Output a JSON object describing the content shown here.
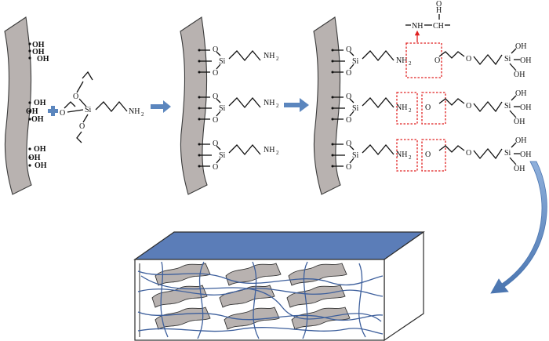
{
  "labels": {
    "hydroxyl": "OH",
    "silicon": "Si",
    "oxygen": "O",
    "amine": "NH",
    "amine_sub": "2",
    "linkage_left": "NH",
    "linkage_mid": "CH",
    "linkage_oh_o": "O",
    "linkage_oh_h": "H",
    "silanol_oh": "OH"
  },
  "colors": {
    "substrate": "#b8b2b0",
    "substrate_edge": "#3a3a3a",
    "process_arrow": "#5b86be",
    "highlight_box": "#e02020",
    "composite_top": "#5b7db8",
    "composite_fibers": "#3d5f9c",
    "curved_arrow": "#5b86be"
  },
  "icons": {
    "plus": "plus-icon",
    "arrow": "right-arrow-icon",
    "curved_arrow": "curved-down-arrow-icon"
  }
}
